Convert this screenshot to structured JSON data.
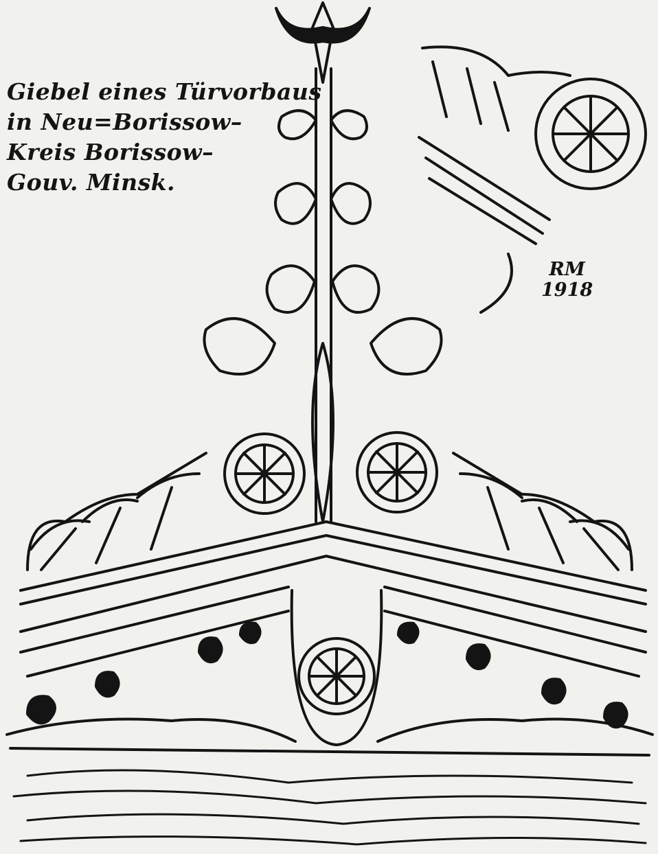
{
  "caption": {
    "lines": [
      "Giebel eines Türvorbaus",
      "in Neu=Borissow–",
      "Kreis Borissow–",
      "Gouv. Minsk."
    ]
  },
  "signature": {
    "initials": "RM",
    "year": "1918"
  },
  "colors": {
    "paper": "#f1f1ee",
    "ink": "#141414"
  }
}
